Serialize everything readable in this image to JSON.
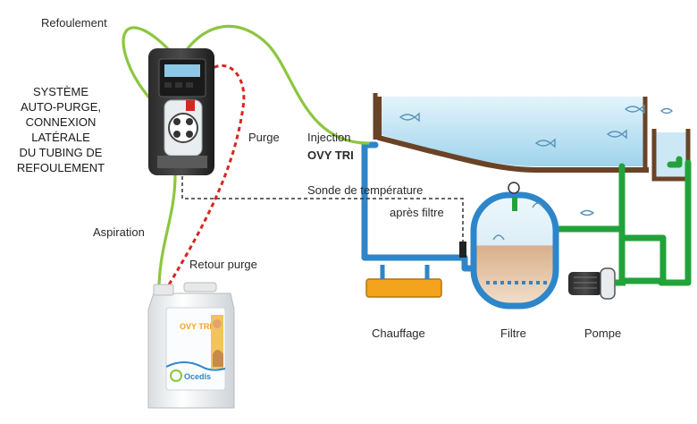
{
  "labels": {
    "refoulement": "Refoulement",
    "systeme_lines": [
      "SYSTÈME",
      "AUTO-PURGE,",
      "CONNEXION",
      "LATÉRALE",
      "DU TUBING DE",
      "REFOULEMENT"
    ],
    "purge": "Purge",
    "injection": "Injection",
    "ovy_tri": "OVY TRI",
    "sonde": "Sonde de température",
    "apres_filtre": "après filtre",
    "aspiration": "Aspiration",
    "retour_purge": "Retour purge",
    "chauffage": "Chauffage",
    "filtre": "Filtre",
    "pompe": "Pompe"
  },
  "canister": {
    "brand": "OVY TRI",
    "logo": "Ocedis"
  },
  "colors": {
    "green_tube": "#8cc63f",
    "red_tube": "#d7261e",
    "blue_pipe": "#2d86c9",
    "green_pipe": "#21a33a",
    "water": "#bfe3f3",
    "heater": "#f4a31c"
  }
}
